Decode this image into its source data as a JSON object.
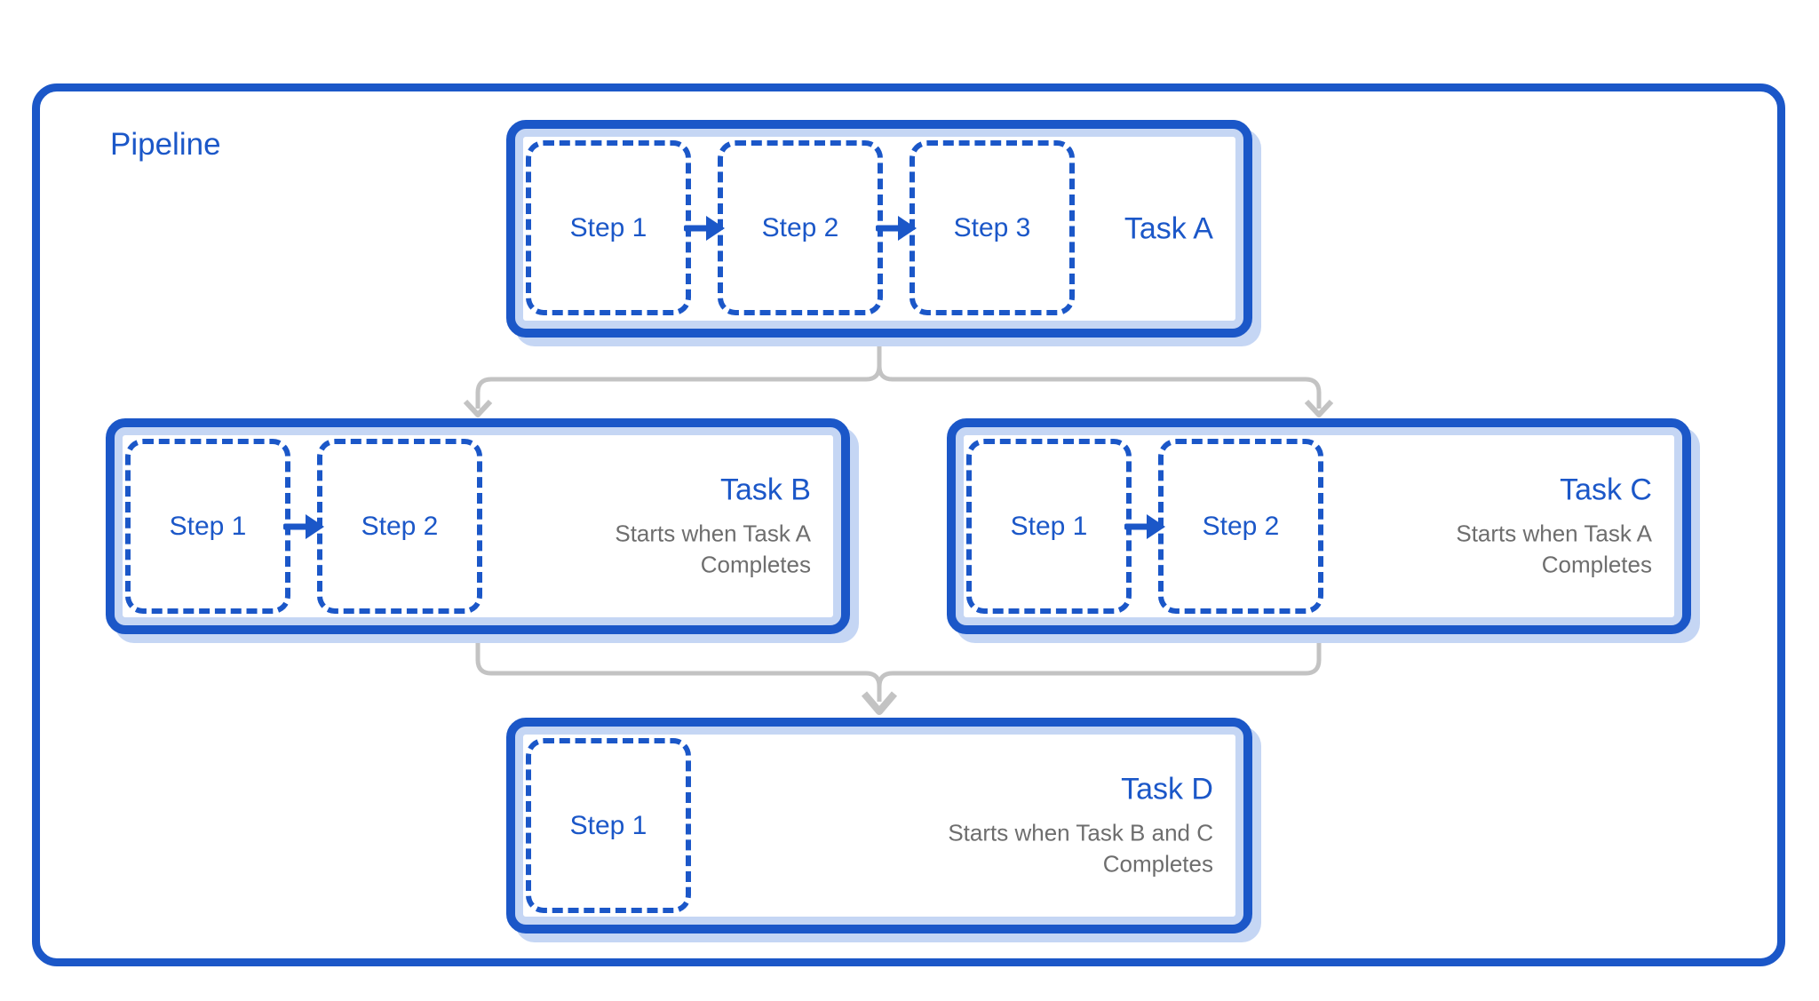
{
  "colors": {
    "blue": "#1b57c8",
    "light_blue": "#c5d6f4",
    "connector_gray": "#c3c3c3",
    "subtitle_gray": "#6e6e6e",
    "background": "#ffffff"
  },
  "pipeline": {
    "title": "Pipeline"
  },
  "tasks": [
    {
      "id": "a",
      "title": "Task A",
      "subtitle": "",
      "steps": [
        "Step 1",
        "Step 2",
        "Step 3"
      ]
    },
    {
      "id": "b",
      "title": "Task B",
      "subtitle": "Starts when Task A\nCompletes",
      "steps": [
        "Step 1",
        "Step 2"
      ]
    },
    {
      "id": "c",
      "title": "Task C",
      "subtitle": "Starts when Task A\nCompletes",
      "steps": [
        "Step 1",
        "Step 2"
      ]
    },
    {
      "id": "d",
      "title": "Task D",
      "subtitle": "Starts when Task B and C\nCompletes",
      "steps": [
        "Step 1"
      ]
    }
  ]
}
